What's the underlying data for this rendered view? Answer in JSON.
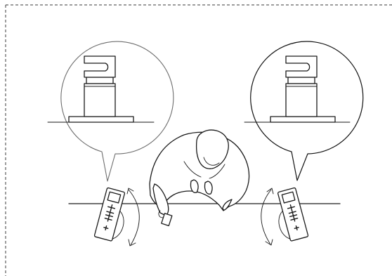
{
  "figure": {
    "background": "#ffffff",
    "line_color": "#1a1a1a",
    "left_bubble_outline": "#6e6e6e",
    "right_bubble_outline": "#111111",
    "frame_style": "dashed",
    "left_device_angle_deg": 15,
    "right_device_angle_deg": -15
  }
}
